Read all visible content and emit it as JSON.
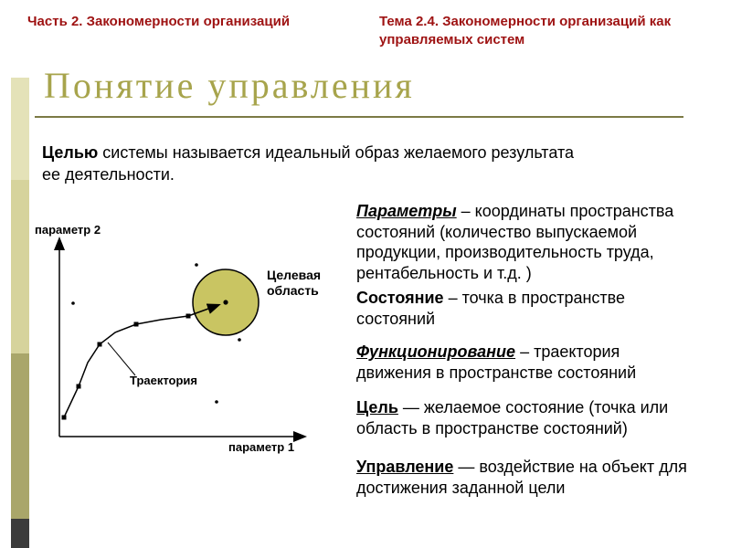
{
  "slide": {
    "header_left": "Часть 2. Закономерности организаций",
    "header_right": "Тема 2.4. Закономерности организаций как управляемых систем",
    "title": "Понятие управления",
    "intro_term": "Целью",
    "intro_rest": " системы называется идеальный образ желаемого результата ее деятельности."
  },
  "diagram": {
    "y_axis_label": "параметр 2",
    "x_axis_label": "параметр 1",
    "target_area_label": "Целевая область",
    "trajectory_label": "Траектория"
  },
  "definitions": [
    {
      "term": "Параметры",
      "rest": " – координаты пространства состояний (количество выпускаемой продукции, производительность труда, рентабельность и т.д. )"
    },
    {
      "term": "Состояние",
      "rest": " – точка в пространстве состояний"
    },
    {
      "term": "Функционирование",
      "rest": " – траектория движения в пространстве состояний"
    },
    {
      "term": "Цель",
      "rest": " — желаемое состояние (точка или область в пространстве состояний)"
    },
    {
      "term": "Управление",
      "rest": " — воздействие на объект для достижения заданной цели"
    }
  ],
  "colors": {
    "accent_red": "#9e1212",
    "accent_olive": "#a7a44c",
    "target_area_fill": "#c9c562",
    "strip_light": "#e4e2b8",
    "strip_mid": "#d6d39c",
    "strip_dark": "#a9a66a",
    "strip_footer": "#3b3b3b"
  }
}
